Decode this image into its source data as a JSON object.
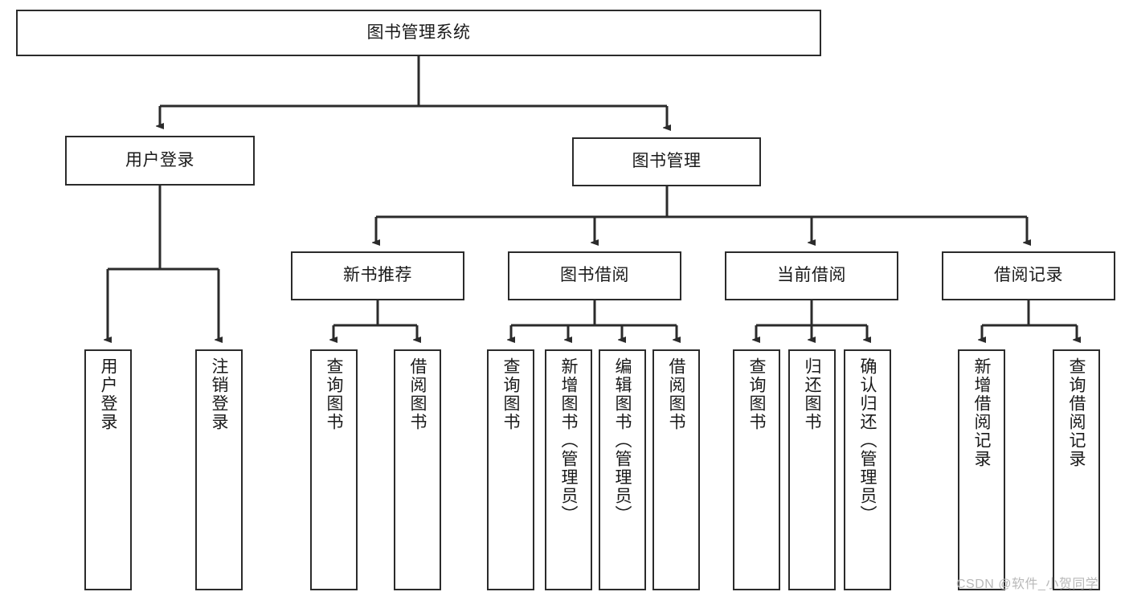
{
  "diagram": {
    "type": "tree",
    "title": "图书管理系统",
    "stroke_color": "#2b2b2b",
    "background_color": "#ffffff",
    "text_color": "#1a1a1a",
    "nodes": {
      "root": {
        "label": "图书管理系统"
      },
      "level1": [
        {
          "id": "user-login",
          "label": "用户登录"
        },
        {
          "id": "book-manage",
          "label": "图书管理"
        }
      ],
      "level2": [
        {
          "id": "new-book-recommend",
          "label": "新书推荐"
        },
        {
          "id": "book-borrow",
          "label": "图书借阅"
        },
        {
          "id": "current-borrow",
          "label": "当前借阅"
        },
        {
          "id": "borrow-record",
          "label": "借阅记录"
        }
      ],
      "leaves_user_login": [
        {
          "id": "leaf-user-login",
          "label": "用户登录"
        },
        {
          "id": "leaf-logout",
          "label": "注销登录"
        }
      ],
      "leaves_new_book_recommend": [
        {
          "id": "leaf-query-book-1",
          "label": "查询图书"
        },
        {
          "id": "leaf-borrow-book-1",
          "label": "借阅图书"
        }
      ],
      "leaves_book_borrow": [
        {
          "id": "leaf-query-book-2",
          "label": "查询图书"
        },
        {
          "id": "leaf-add-book",
          "label": "新增图书（管理员）"
        },
        {
          "id": "leaf-edit-book",
          "label": "编辑图书（管理员）"
        },
        {
          "id": "leaf-borrow-book-2",
          "label": "借阅图书"
        }
      ],
      "leaves_current_borrow": [
        {
          "id": "leaf-query-book-3",
          "label": "查询图书"
        },
        {
          "id": "leaf-return-book",
          "label": "归还图书"
        },
        {
          "id": "leaf-confirm-return",
          "label": "确认归还（管理员）"
        }
      ],
      "leaves_borrow_record": [
        {
          "id": "leaf-add-record",
          "label": "新增借阅记录"
        },
        {
          "id": "leaf-query-record",
          "label": "查询借阅记录"
        }
      ]
    }
  },
  "watermark": {
    "text": "CSDN @软件_小贺同学"
  }
}
